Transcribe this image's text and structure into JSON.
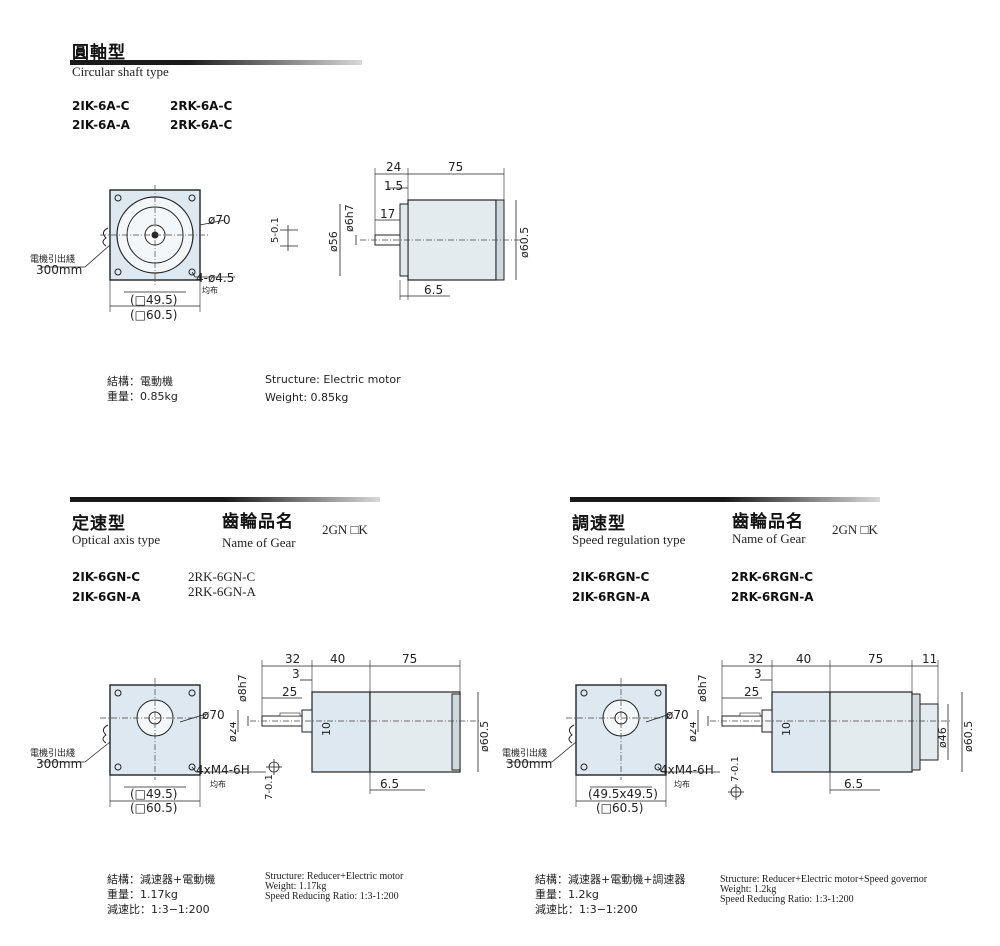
{
  "section1": {
    "title_cn": "圓軸型",
    "title_en": "Circular shaft type",
    "models": [
      "2IK-6A-C",
      "2RK-6A-C",
      "2IK-6A-A",
      "2RK-6A-C"
    ],
    "spec_cn": [
      "結構：電動機",
      "重量：0.85kg"
    ],
    "spec_en": [
      "Structure: Electric motor",
      "Weight: 0.85kg"
    ],
    "dims": {
      "lead_cn": "電機引出綫",
      "lead_len": "300mm",
      "dia70": "ø70",
      "holes": "4-ø4.5",
      "holes_note": "均布",
      "pcd": "(□49.5)",
      "square": "(□60.5)",
      "key": "5-0.1",
      "d24": "24",
      "d15": "1.5",
      "d17": "17",
      "d75": "75",
      "d6h7": "ø6h7",
      "d56": "ø56",
      "d605": "ø60.5",
      "d65": "6.5"
    }
  },
  "section2": {
    "title_cn": "定速型",
    "title_en": "Optical axis type",
    "gear_cn": "齒輪品名",
    "gear_en": "Name of Gear",
    "gear_code": "2GN □K",
    "models_left": [
      "2IK-6GN-C",
      "2IK-6GN-A"
    ],
    "models_right": [
      "2RK-6GN-C",
      "2RK-6GN-A"
    ],
    "spec_cn": [
      "結構：減速器+電動機",
      "重量：1.17kg",
      "減速比：1:3−1:200"
    ],
    "spec_en": [
      "Structure: Reducer+Electric motor",
      "Weight: 1.17kg",
      "Speed Reducing Ratio: 1:3-1:200"
    ],
    "dims": {
      "lead_cn": "電機引出綫",
      "lead_len": "300mm",
      "dia70": "ø70",
      "holes": "4xM4-6H",
      "holes_note": "均布",
      "pcd": "(□49.5)",
      "square": "(□60.5)",
      "d32": "32",
      "d3": "3",
      "d25": "25",
      "d40": "40",
      "d75": "75",
      "d8h7": "ø8h7",
      "d24": "ø24",
      "d10": "10",
      "d605": "ø60.5",
      "d65": "6.5",
      "key": "7-0.1"
    }
  },
  "section3": {
    "title_cn": "調速型",
    "title_en": "Speed regulation type",
    "gear_cn": "齒輪品名",
    "gear_en": "Name of Gear",
    "gear_code": "2GN □K",
    "models_left": [
      "2IK-6RGN-C",
      "2IK-6RGN-A"
    ],
    "models_right": [
      "2RK-6RGN-C",
      "2RK-6RGN-A"
    ],
    "spec_cn": [
      "結構：減速器+電動機+調速器",
      "重量：1.2kg",
      "減速比：1:3−1:200"
    ],
    "spec_en": [
      "Structure: Reducer+Electric motor+Speed governor",
      "Weight: 1.2kg",
      "Speed Reducing Ratio: 1:3-1:200"
    ],
    "dims": {
      "lead_cn": "電機引出綫",
      "lead_len": "300mm",
      "dia70": "ø70",
      "holes": "4xM4-6H",
      "holes_note": "均布",
      "pcd": "(49.5x49.5)",
      "square": "(□60.5)",
      "d32": "32",
      "d3": "3",
      "d25": "25",
      "d40": "40",
      "d75": "75",
      "d11": "11",
      "d8h7": "ø8h7",
      "d24": "ø24",
      "d10": "10",
      "d46": "ø46",
      "d605": "ø60.5",
      "d65": "6.5",
      "key": "7-0.1"
    }
  },
  "colors": {
    "title_bar_dark": "#1a1a1a",
    "title_bar_light": "#d8d8d8",
    "motor_fill": "#e4ebee",
    "face_fill": "#dde8f0"
  }
}
